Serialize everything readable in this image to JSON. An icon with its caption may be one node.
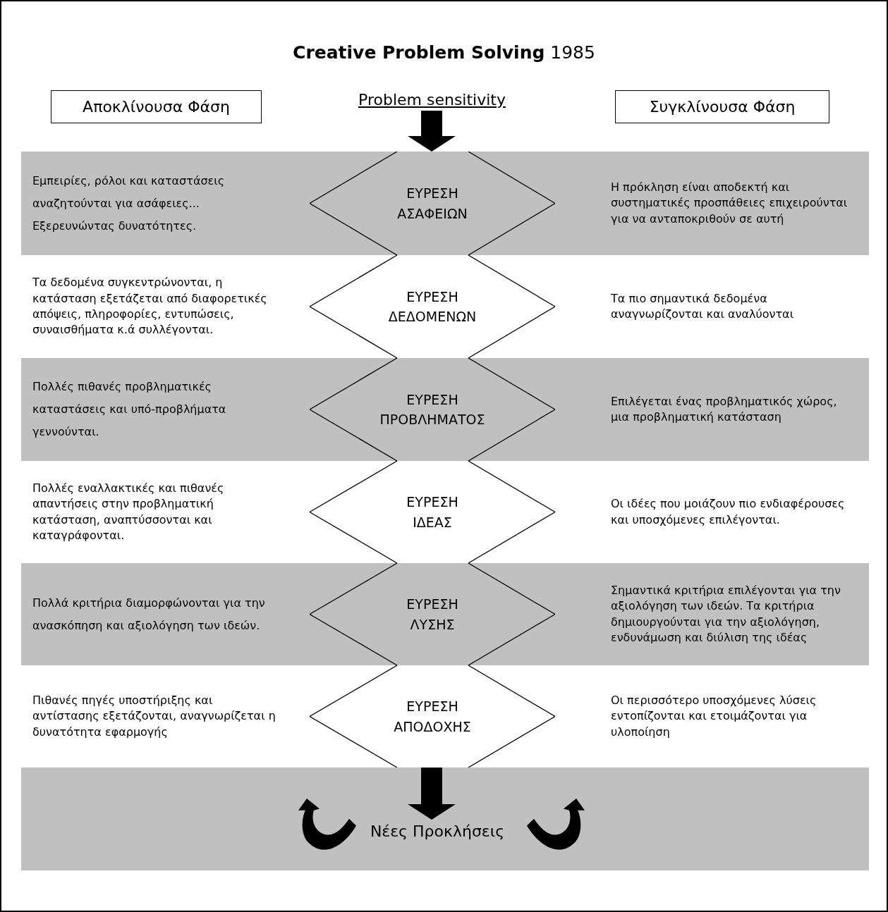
{
  "diagram": {
    "title": "**Creative Problem Solving** 1985",
    "nodes": [
      {
        "text": [
          "Αποκλίνουσα Φάση"
        ]
      },
      {
        "text": [
          "Συγκλίνουσα Φάση"
        ]
      },
      {
        "text": [
          "Problem sensitivity"
        ]
      },
      {
        "text": [
          "ΕΥΡΕΣΗ ΑΣΑΦΕΙΩΝ"
        ]
      },
      {
        "text": [
          "ΕΥΡΕΣΗ ΔΕΔΟΜΕΝΩΝ"
        ]
      },
      {
        "text": [
          "ΕΥΡΕΣΗ ΠΡΟΒΛΗΜΑΤΟΣ"
        ]
      },
      {
        "text": [
          "ΕΥΡΕΣΗ ΙΔΕΑΣ"
        ]
      },
      {
        "text": [
          "ΕΥΡΕΣΗ ΛΥΣΗΣ"
        ]
      },
      {
        "text": [
          "ΕΥΡΕΣΗ ΑΠΟΔΟΧΗΣ"
        ]
      },
      {
        "text": [
          "Νέες Προκλήσεις"
        ]
      }
    ],
    "edges": [
      {
        "from": 2,
        "to": 3,
        "arrow": "to"
      },
      {
        "from": 8,
        "to": 9,
        "arrow": "to"
      }
    ],
    "labels": [
      "Εμπειρίες, ρόλοι και καταστάσεις αναζητούνται για ασάφειες... Εξερευνώντας δυνατότητες.",
      "Η πρόκληση είναι αποδεκτή και συστηματικές προσπάθειες επιχειρούνται για να ανταποκριθούν σε αυτή",
      "Τα δεδομένα συγκεντρώνονται, η κατάσταση εξετάζεται από διαφορετικές απόψεις, πληροφορίες, εντυπώσεις, συναισθήματα κ.ά συλλέγονται.",
      "Τα πιο σημαντικά δεδομένα αναγνωρίζονται και αναλύονται",
      "Πολλές πιθανές προβληματικές καταστάσεις και υπό-προβλήματα γεννούνται.",
      "Επιλέγεται ένας προβληματικός χώρος, μια προβληματική κατάσταση",
      "Πολλές εναλλακτικές και πιθανές απαντήσεις στην προβληματική κατάσταση, αναπτύσσονται και καταγράφονται.",
      "Οι ιδέες που μοιάζουν πιο ενδιαφέρουσες και υποσχόμενες επιλέγονται.",
      "Πολλά κριτήρια διαμορφώνονται για την ανασκόπηση και αξιολόγηση των ιδεών.",
      "Σημαντικά κριτήρια επιλέγονται για την αξιολόγηση των ιδεών. Τα κριτήρια δημιουργούνται για την αξιολόγηση, ενδυνάμωση και διύλιση της ιδέας",
      "Πιθανές πηγές υποστήριξης και αντίστασης εξετάζονται, αναγνωρίζεται η δυνατότητα εφαρμογής",
      "Οι περισσότερο υποσχόμενες λύσεις εντοπίζονται και ετοιμάζονται για υλοποίηση"
    ]
  }
}
